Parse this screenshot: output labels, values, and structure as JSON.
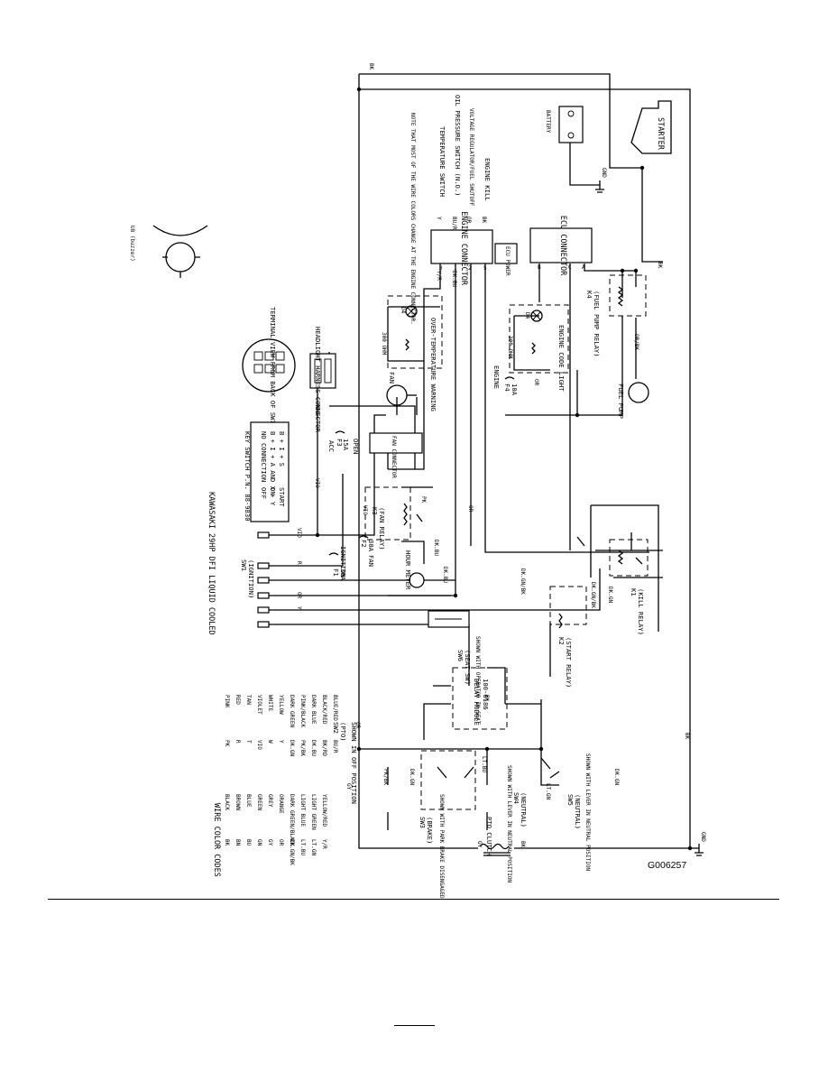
{
  "figure_id": "G006257",
  "title": "KAWASAKI 29HP DFI LIQUID COOLED",
  "note": "NOTE THAT MOST OF THE WIRE COLORS CHANGE AT THE ENGINE CONNECTOR.",
  "color_codes": {
    "heading": "WIRE COLOR CODES",
    "col1": [
      {
        "code": "BK",
        "name": "BLACK"
      },
      {
        "code": "BN",
        "name": "BROWN"
      },
      {
        "code": "BU",
        "name": "BLUE"
      },
      {
        "code": "GN",
        "name": "GREEN"
      },
      {
        "code": "GY",
        "name": "GREY"
      },
      {
        "code": "OR",
        "name": "ORANGE"
      },
      {
        "code": "DK.GN/BK",
        "name": "DARK GREEN/BLACK"
      },
      {
        "code": "LT.BU",
        "name": "LIGHT BLUE"
      },
      {
        "code": "LT.GN",
        "name": "LIGHT GREEN"
      },
      {
        "code": "Y/R",
        "name": "YELLOW/RED"
      }
    ],
    "col2": [
      {
        "code": "PK",
        "name": "PINK"
      },
      {
        "code": "R",
        "name": "RED"
      },
      {
        "code": "T",
        "name": "TAN"
      },
      {
        "code": "VIO",
        "name": "VIOLET"
      },
      {
        "code": "W",
        "name": "WHITE"
      },
      {
        "code": "Y",
        "name": "YELLOW"
      },
      {
        "code": "DK.GN",
        "name": "DARK GREEN"
      },
      {
        "code": "PK/BK",
        "name": "PINK/BLACK"
      },
      {
        "code": "DK.BU",
        "name": "DARK BLUE"
      },
      {
        "code": "BK/RD",
        "name": "BLACK/RED"
      },
      {
        "code": "BU/R",
        "name": "BLUE/RED"
      }
    ]
  },
  "components": {
    "sw1": {
      "name": "SW1",
      "desc": "(IGNITION)"
    },
    "sw2": {
      "name": "SW2",
      "desc": "(PTO)",
      "note": "SHOWN IN OFF POSITION"
    },
    "sw3": {
      "name": "SW3",
      "desc": "(BRAKE)",
      "note": "SHOWN WITH PARK BRAKE DISENGAGED"
    },
    "sw4": {
      "name": "SW4",
      "desc": "(NEUTRAL)",
      "note": "SHOWN WITH LEVER IN NEUTRAL POSITION"
    },
    "sw5": {
      "name": "SW5",
      "desc": "(NEUTRAL)",
      "note": "SHOWN WITH LEVER IN NEUTRAL POSITION"
    },
    "sw6": {
      "name": "SW6",
      "desc": "(SEAT SW)",
      "note": "SHOWN WITH OPERATOR IN SEAT"
    },
    "k1": {
      "name": "K1",
      "desc": "(KILL RELAY)"
    },
    "k2": {
      "name": "K2",
      "desc": "(START RELAY)"
    },
    "k3": {
      "name": "K3",
      "desc": "(FAN RELAY)"
    },
    "k4": {
      "name": "K4",
      "desc": "(FUEL PUMP RELAY)"
    },
    "f1": {
      "name": "F1",
      "rating": "30A",
      "label": "IGNITION"
    },
    "f2": {
      "name": "F2",
      "rating": "30A",
      "label": "FAN"
    },
    "f3": {
      "name": "F3",
      "rating": "15A",
      "label": "ACC"
    },
    "f4": {
      "name": "F4",
      "rating": "10A",
      "label": "ENGINE"
    },
    "delay": {
      "line1": "DELAY MODULE",
      "line2": "100-6186"
    },
    "hour_meter": "HOUR METER",
    "pto_clutch": "PTO CLUTCH",
    "fan_connector": "FAN CONNECTOR",
    "fan": "FAN",
    "fuel_pump": "FUEL PUMP",
    "battery": "BATTERY",
    "starter": "STARTER",
    "engine_connector": "ENGINE CONNECTOR",
    "ecu_power": "ECU POWER",
    "ecu_connector": "ECU CONNECTOR",
    "headlight": "HEADLIGHT HARNESS CONNECTOR",
    "open": "OPEN",
    "gnd": "GND",
    "temp_warning": "OVER-TEMPERATURE WARNING",
    "code_light": "ENGINE CODE LIGHT",
    "ohm": "300 OHM",
    "d4": "D4",
    "terminal_view": "TERMINAL VIEW FROM BACK OF SWITCH",
    "buzzer": "U8 (buzzer)"
  },
  "key_switch": {
    "title": "KEY SWITCH P.N. 88-9830",
    "rows": [
      {
        "pos": "OFF",
        "conn": "NO CONNECTION"
      },
      {
        "pos": "ON",
        "conn": "B + I + A AND X + Y"
      },
      {
        "pos": "START",
        "conn": "B + I + S"
      }
    ]
  },
  "engine_lines": [
    "TEMPERATURE SWITCH",
    "OIL PRESSURE SWITCH (N.O.)",
    "VOLTAGE REGULATOR/FUEL SHUTOFF",
    "ENGINE KILL"
  ],
  "wire_labels": {
    "vio": "VIO",
    "r": "R",
    "or": "OR",
    "y": "Y",
    "bk": "BK",
    "dkbu": "DK.BU",
    "ltbu": "LT.BU",
    "ltgn": "LT.GN",
    "dkgn": "DK.GN",
    "pkbk": "PK/BK",
    "dkgnbk": "DK.GN/BK",
    "gy": "GY",
    "yr": "Y/R",
    "bur": "BU/R",
    "orbk": "OR/BK",
    "pk": "PK",
    "gn": "GN"
  }
}
